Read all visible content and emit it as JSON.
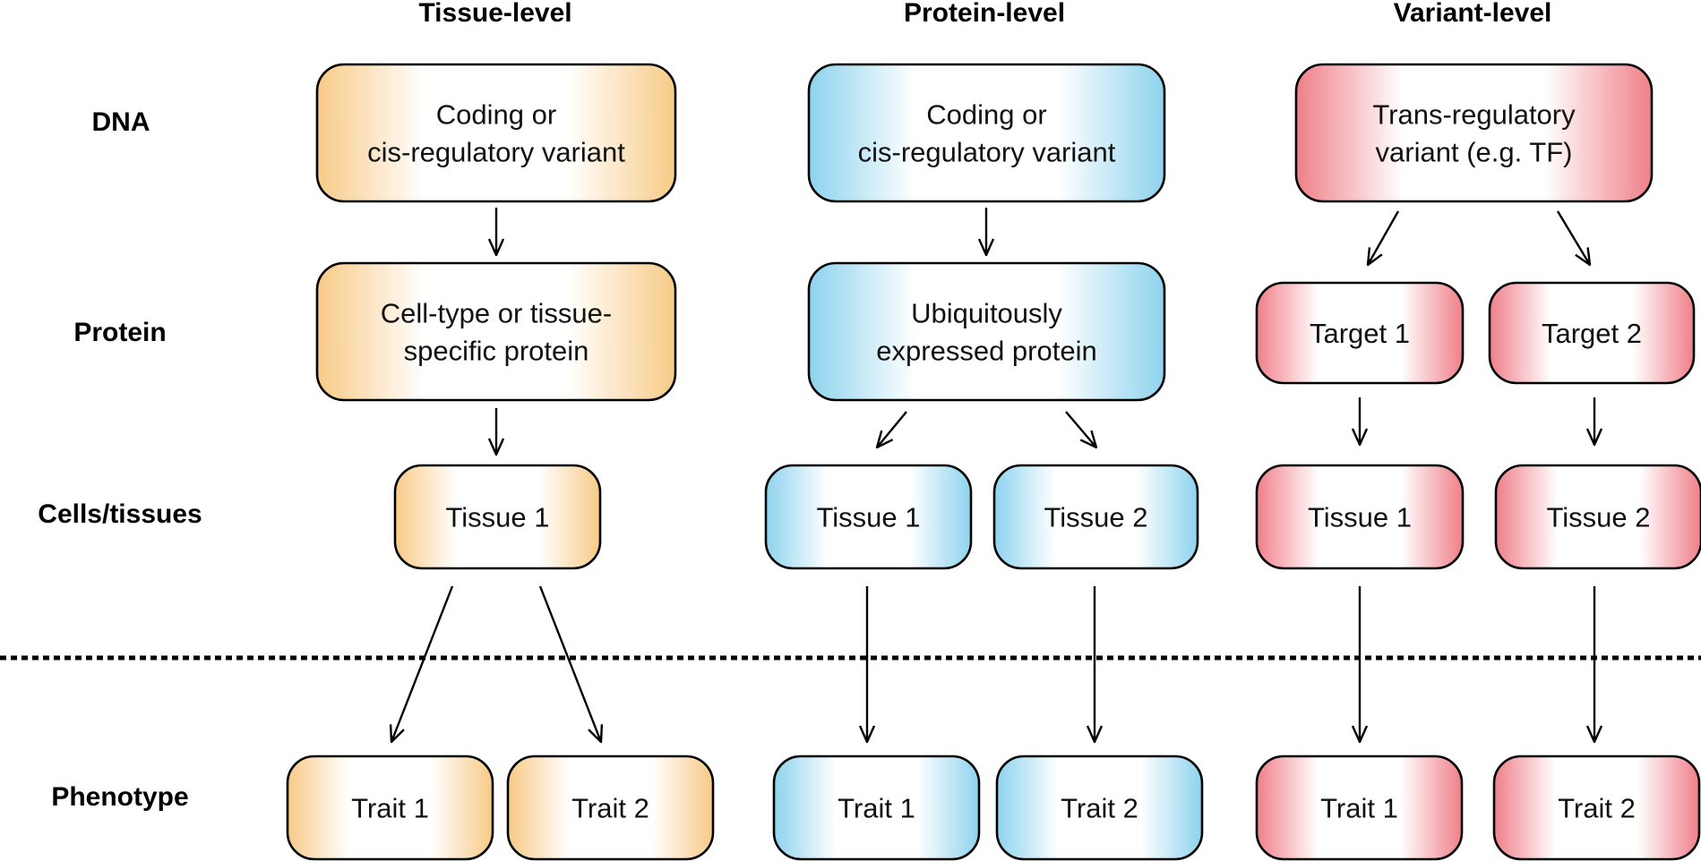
{
  "columns": {
    "tissue": "Tissue-level",
    "protein": "Protein-level",
    "variant": "Variant-level"
  },
  "rows": {
    "dna": "DNA",
    "protein": "Protein",
    "cells": "Cells/tissues",
    "phenotype": "Phenotype"
  },
  "colors": {
    "tissue": "#f8ca87",
    "protein": "#8dd3ee",
    "variant": "#ef7f89"
  },
  "tissue_level": {
    "dna": [
      "Coding or",
      "cis-regulatory variant"
    ],
    "protein": [
      "Cell-type or tissue-",
      "specific protein"
    ],
    "cells": [
      "Tissue 1"
    ],
    "trait1": [
      "Trait 1"
    ],
    "trait2": [
      "Trait 2"
    ]
  },
  "protein_level": {
    "dna": [
      "Coding or",
      "cis-regulatory variant"
    ],
    "protein": [
      "Ubiquitously",
      "expressed protein"
    ],
    "tissue1": [
      "Tissue 1"
    ],
    "tissue2": [
      "Tissue 2"
    ],
    "trait1": [
      "Trait 1"
    ],
    "trait2": [
      "Trait 2"
    ]
  },
  "variant_level": {
    "dna": [
      "Trans-regulatory",
      "variant (e.g. TF)"
    ],
    "target1": [
      "Target 1"
    ],
    "target2": [
      "Target 2"
    ],
    "tissue1": [
      "Tissue 1"
    ],
    "tissue2": [
      "Tissue 2"
    ],
    "trait1": [
      "Trait 1"
    ],
    "trait2": [
      "Trait 2"
    ]
  }
}
